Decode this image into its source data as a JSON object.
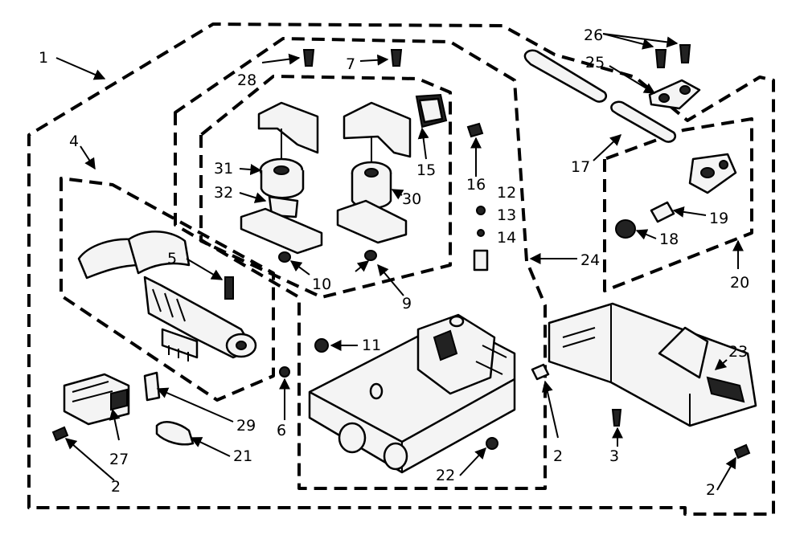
{
  "callouts": {
    "c1": "1",
    "c2a": "2",
    "c2b": "2",
    "c2c": "2",
    "c3": "3",
    "c4": "4",
    "c5": "5",
    "c6": "6",
    "c7": "7",
    "c9": "9",
    "c10": "10",
    "c11": "11",
    "c12": "12",
    "c13": "13",
    "c14": "14",
    "c15": "15",
    "c16": "16",
    "c17": "17",
    "c18": "18",
    "c19": "19",
    "c20": "20",
    "c21": "21",
    "c22": "22",
    "c23": "23",
    "c24": "24",
    "c25": "25",
    "c26": "26",
    "c27": "27",
    "c28": "28",
    "c29": "29",
    "c30": "30",
    "c31": "31",
    "c32": "32"
  }
}
